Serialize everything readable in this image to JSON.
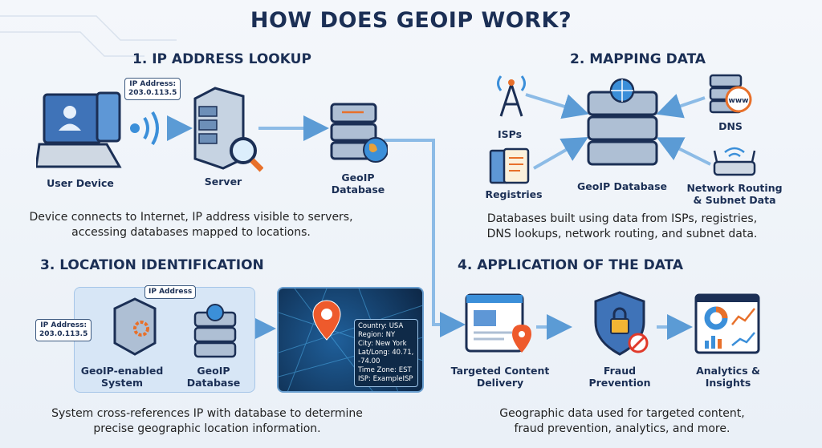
{
  "title": "HOW DOES GEOIP WORK?",
  "s1": {
    "heading": "1. IP ADDRESS LOOKUP",
    "bubble": [
      "IP Address:",
      "203.0.113.5"
    ],
    "labels": {
      "device": "User Device",
      "server": "Server",
      "db1": "GeoIP",
      "db2": "Database"
    },
    "desc": [
      "Device connects to Internet, IP address visible to servers,",
      "accessing databases mapped to locations."
    ]
  },
  "s2": {
    "heading": "2. MAPPING DATA",
    "labels": {
      "isps": "ISPs",
      "registries": "Registries",
      "db": "GeoIP Database",
      "dns": "DNS",
      "net1": "Network Routing",
      "net2": "& Subnet Data"
    },
    "www": "www",
    "desc": [
      "Databases built using data from ISPs, registries,",
      "DNS lookups, network routing, and subnet data."
    ]
  },
  "s3": {
    "heading": "3. LOCATION IDENTIFICATION",
    "bubble_top": "IP Address",
    "bubble_left": [
      "IP Address:",
      "203.0.113.5"
    ],
    "labels": {
      "sys1": "GeoIP-enabled",
      "sys2": "System",
      "db1": "GeoIP",
      "db2": "Database"
    },
    "info": [
      "Country: USA",
      "Region: NY",
      "City: New York",
      "Lat/Long: 40.71,",
      "-74.00",
      "Time Zone: EST",
      "ISP: ExampleISP"
    ],
    "desc": [
      "System cross-references IP with database to determine",
      "precise geographic location information."
    ]
  },
  "s4": {
    "heading": "4. APPLICATION OF THE DATA",
    "labels": {
      "t1": "Targeted Content",
      "t2": "Delivery",
      "f1": "Fraud",
      "f2": "Prevention",
      "a1": "Analytics &",
      "a2": "Insights"
    },
    "desc": [
      "Geographic data used for targeted content,",
      "fraud prevention, analytics, and more."
    ]
  },
  "colors": {
    "navy": "#1b2f55",
    "accent": "#3b8fd9",
    "orange": "#e8702a"
  }
}
